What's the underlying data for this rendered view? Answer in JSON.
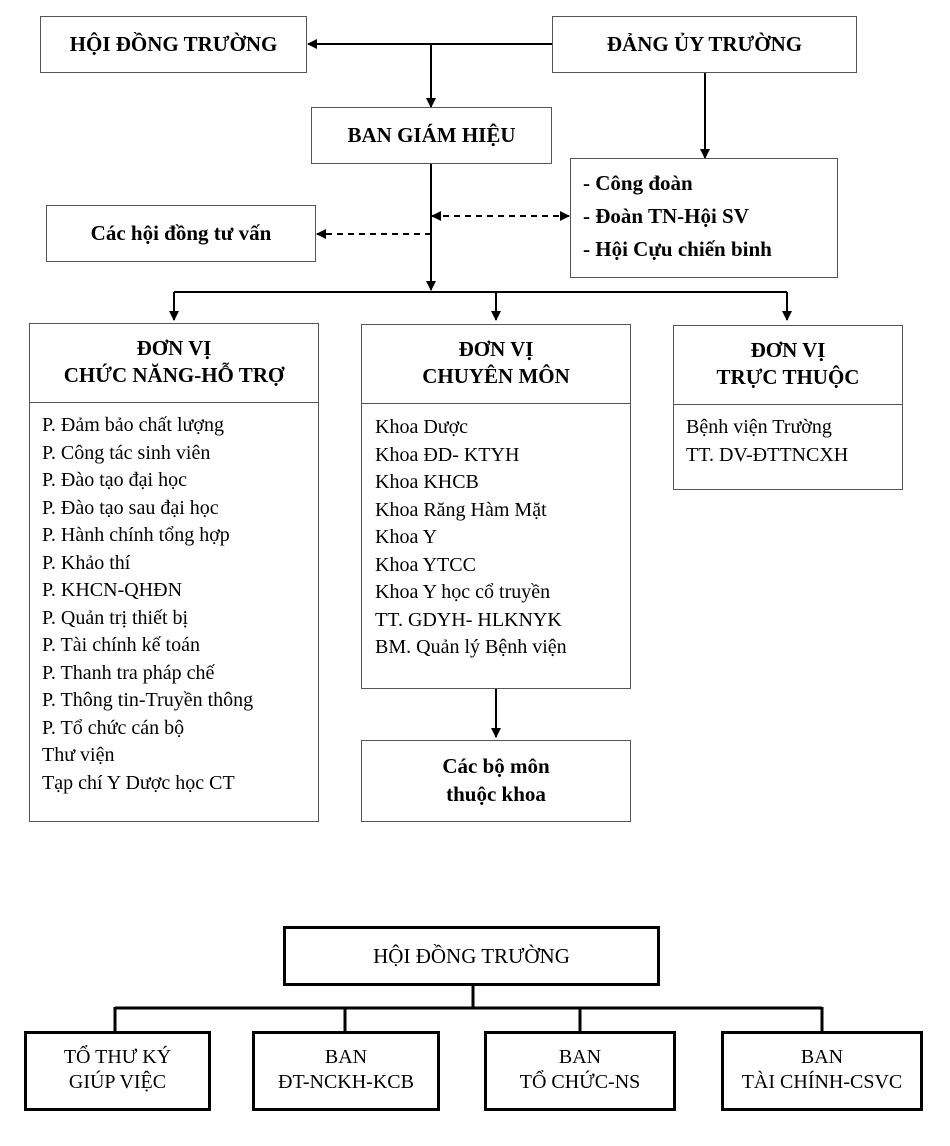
{
  "top_chart": {
    "hoi_dong_truong": "HỘI ĐỒNG TRƯỜNG",
    "dang_uy_truong": "ĐẢNG ỦY TRƯỜNG",
    "ban_giam_hieu": "BAN GIÁM HIỆU",
    "cac_hoi_dong_tu_van": "Các hội đồng tư vấn",
    "doan_the": [
      "- Công đoàn",
      "- Đoàn TN-Hội SV",
      "- Hội Cựu chiến binh"
    ],
    "chuc_nang": {
      "title_line1": "ĐƠN VỊ",
      "title_line2": "CHỨC NĂNG-HỖ TRỢ",
      "items": [
        "P. Đảm bảo chất lượng",
        "P. Công tác sinh viên",
        "P. Đào tạo đại học",
        "P. Đào tạo sau đại học",
        "P. Hành chính tổng hợp",
        "P. Khảo thí",
        "P. KHCN-QHĐN",
        "P. Quản trị thiết bị",
        "P. Tài chính kế toán",
        "P. Thanh tra pháp chế",
        "P. Thông tin-Truyền thông",
        "P. Tổ chức cán bộ",
        "Thư viện",
        "Tạp chí Y Dược học CT"
      ]
    },
    "chuyen_mon": {
      "title_line1": "ĐƠN VỊ",
      "title_line2": "CHUYÊN MÔN",
      "items": [
        "Khoa Dược",
        "Khoa ĐD- KTYH",
        "Khoa KHCB",
        "Khoa Răng Hàm Mặt",
        "Khoa Y",
        "Khoa YTCC",
        "Khoa Y học cổ truyền",
        "TT. GDYH- HLKNYK",
        "BM. Quản lý Bệnh viện"
      ]
    },
    "truc_thuoc": {
      "title_line1": "ĐƠN VỊ",
      "title_line2": "TRỰC THUỘC",
      "items": [
        "Bệnh viện Trường",
        "TT. DV-ĐTTNCXH"
      ]
    },
    "bo_mon": {
      "line1": "Các bộ môn",
      "line2": "thuộc khoa"
    }
  },
  "bottom_chart": {
    "root": "HỘI ĐỒNG TRƯỜNG",
    "children": [
      {
        "line1": "TỔ THƯ KÝ",
        "line2": "GIÚP VIỆC"
      },
      {
        "line1": "BAN",
        "line2": "ĐT-NCKH-KCB"
      },
      {
        "line1": "BAN",
        "line2": "TỔ CHỨC-NS"
      },
      {
        "line1": "BAN",
        "line2": "TÀI CHÍNH-CSVC"
      }
    ]
  }
}
